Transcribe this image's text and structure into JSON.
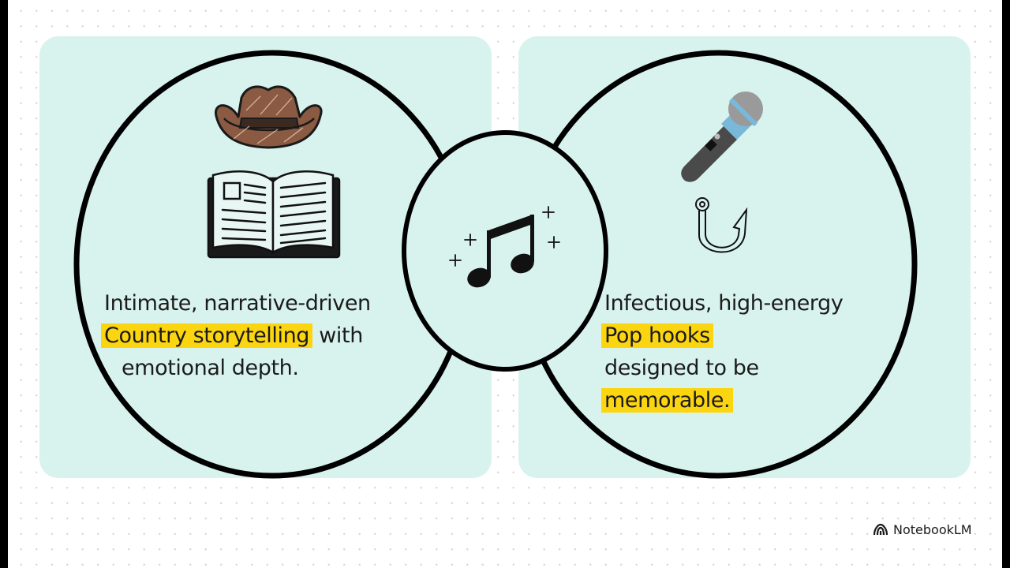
{
  "diagram": {
    "type": "venn",
    "left": {
      "icons": [
        "cowboy-hat-icon",
        "open-book-icon"
      ],
      "caption": {
        "line1": "Intimate, narrative-driven",
        "highlight": "Country storytelling",
        "after_highlight": " with",
        "line3": "emotional depth."
      }
    },
    "center": {
      "icon": "music-notes-sparkle-icon"
    },
    "right": {
      "icons": [
        "microphone-icon",
        "fish-hook-icon"
      ],
      "caption": {
        "line1": "Infectious, high-energy",
        "highlight1": "Pop hooks",
        "line3": "designed to be",
        "highlight2": "memorable."
      }
    }
  },
  "branding": {
    "label": "NotebookLM",
    "icon": "notebooklm-logo-icon"
  },
  "colors": {
    "panel_bg": "#d8f3ee",
    "highlight": "#fcd511",
    "outline": "#000000",
    "hat_brown": "#8b5a42",
    "mic_blue": "#7ab8d9"
  }
}
